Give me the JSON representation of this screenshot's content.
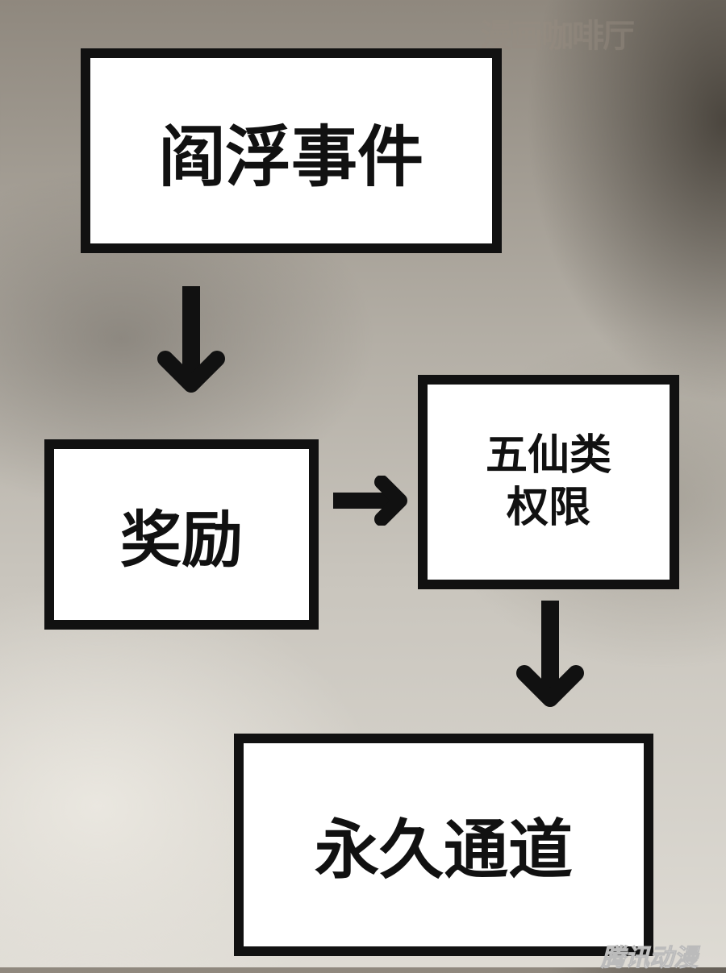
{
  "nodes": [
    {
      "id": "event",
      "label": "阎浮事件"
    },
    {
      "id": "reward",
      "label": "奖励"
    },
    {
      "id": "permission",
      "label_line1": "五仙类",
      "label_line2": "权限"
    },
    {
      "id": "channel",
      "label": "永久通道"
    }
  ],
  "edges": [
    {
      "from": "event",
      "to": "reward"
    },
    {
      "from": "reward",
      "to": "permission"
    },
    {
      "from": "permission",
      "to": "channel"
    }
  ],
  "watermarks": {
    "top": "漫画咖啡厅",
    "bottom": "腾讯动漫"
  }
}
